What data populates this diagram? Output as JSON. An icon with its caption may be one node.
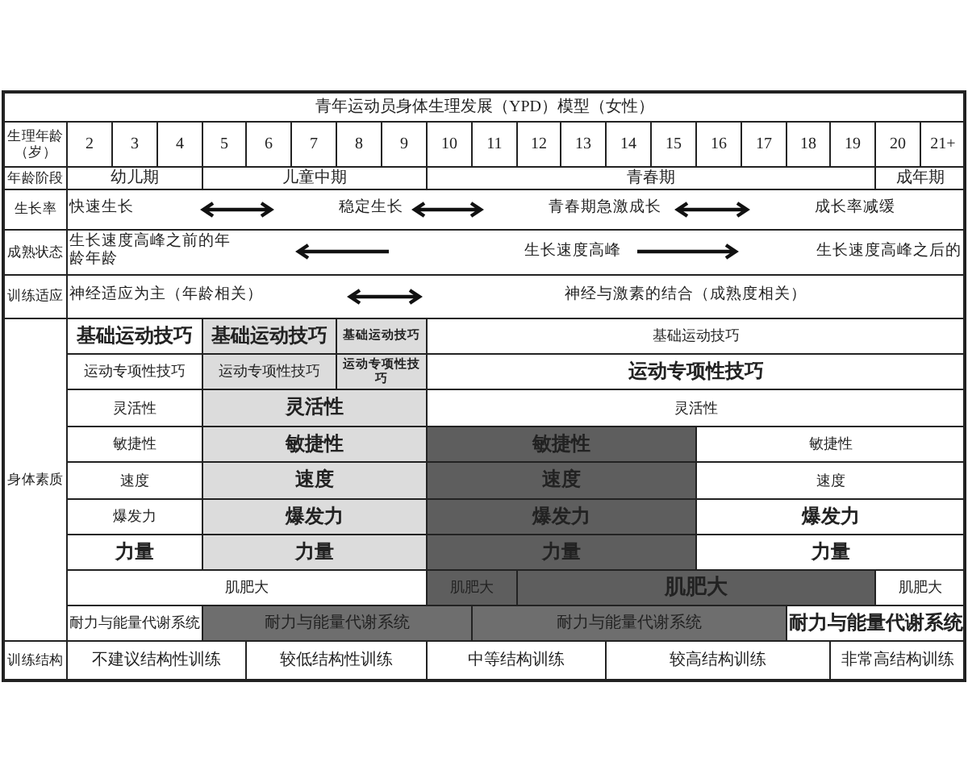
{
  "diagram": {
    "title": "青年运动员身体生理发展（YPD）模型（女性）",
    "labels": [
      "生理年龄（岁）",
      "2",
      "3",
      "4",
      "5",
      "6",
      "7",
      "8",
      "9",
      "10",
      "11",
      "12",
      "13",
      "14",
      "15",
      "16",
      "17",
      "18",
      "19",
      "20",
      "21+",
      "年龄阶段",
      "幼儿期",
      "儿童中期",
      "青春期",
      "成年期",
      "生长率",
      "快速生长",
      "稳定生长",
      "青春期急激成长",
      "成长率减缓",
      "成熟状态",
      "生长速度高峰之前的年龄年龄",
      "生长速度高峰",
      "生长速度高峰之后的",
      "训练适应",
      "神经适应为主（年龄相关）",
      "神经与激素的结合（成熟度相关）",
      "身体素质",
      "基础运动技巧",
      "基础运动技巧",
      "基础运动技巧",
      "基础运动技巧",
      "运动专项性技巧",
      "运动专项性技巧",
      "运动专项性技巧",
      "运动专项性技巧",
      "灵活性",
      "灵活性",
      "灵活性",
      "敏捷性",
      "敏捷性",
      "敏捷性",
      "敏捷性",
      "速度",
      "速度",
      "速度",
      "速度",
      "爆发力",
      "爆发力",
      "爆发力",
      "爆发力",
      "力量",
      "力量",
      "力量",
      "力量",
      "肌肥大",
      "肌肥大",
      "肌肥大",
      "肌肥大",
      "耐力与能量代谢系统",
      "耐力与能量代谢系统",
      "耐力与能量代谢系统",
      "耐力与能量代谢系统",
      "训练结构",
      "不建议结构性训练",
      "较低结构性训练",
      "中等结构训练",
      "较高结构训练",
      "非常高结构训练"
    ]
  }
}
